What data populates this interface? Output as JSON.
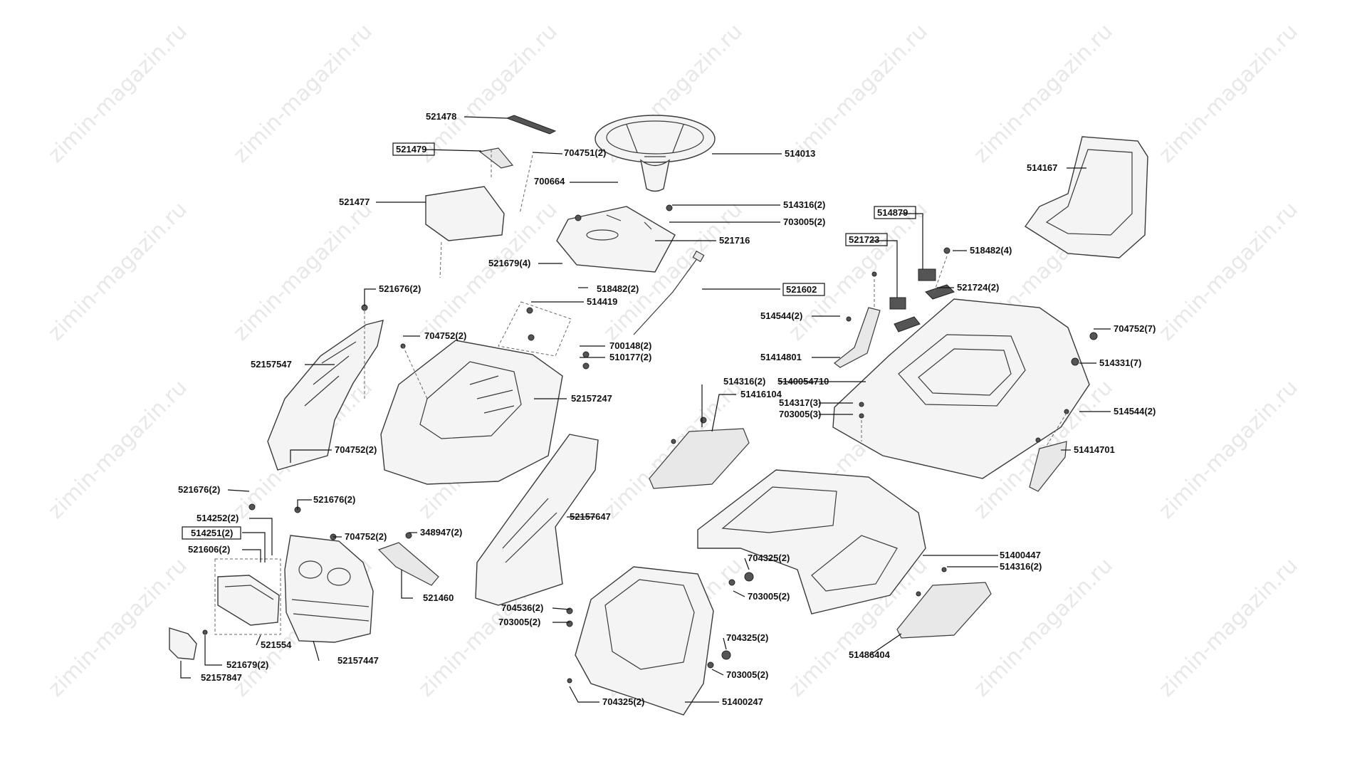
{
  "watermark": "zimin-magazin.ru",
  "labels": {
    "l521478": "521478",
    "l521479": "521479",
    "l704751": "704751(2)",
    "l514013": "514013",
    "l700664": "700664",
    "l514167": "514167",
    "l521477": "521477",
    "l514316a": "514316(2)",
    "l703005a": "703005(2)",
    "l514879": "514879",
    "l521716": "521716",
    "l521723": "521723",
    "l518482a": "518482(4)",
    "l521679a": "521679(4)",
    "l518482b": "518482(2)",
    "l521602": "521602",
    "l521724": "521724(2)",
    "l521676a": "521676(2)",
    "l514419": "514419",
    "l514544a": "514544(2)",
    "l704752a": "704752(2)",
    "l704752b": "704752(7)",
    "l700148": "700148(2)",
    "l510177": "510177(2)",
    "l52157547": "52157547",
    "l51414801": "51414801",
    "l514331": "514331(7)",
    "l514316b": "514316(2)",
    "l5140054710": "5140054710",
    "l51416104": "51416104",
    "l52157247": "52157247",
    "l514317": "514317(3)",
    "l703005b": "703005(3)",
    "l514544b": "514544(2)",
    "l704752c": "704752(2)",
    "l51414701": "51414701",
    "l521676b": "521676(2)",
    "l521676c": "521676(2)",
    "l514252": "514252(2)",
    "l52157647": "52157647",
    "l514251": "514251(2)",
    "l704752d": "704752(2)",
    "l348947": "348947(2)",
    "l521606": "521606(2)",
    "l51400447": "51400447",
    "l514316c": "514316(2)",
    "l704325a": "704325(2)",
    "l521460": "521460",
    "l703005c": "703005(2)",
    "l704536": "704536(2)",
    "l703005d": "703005(2)",
    "l521554": "521554",
    "l51486404": "51486404",
    "l704325b": "704325(2)",
    "l52157447": "52157447",
    "l521679b": "521679(2)",
    "l703005e": "703005(2)",
    "l52157847": "52157847",
    "l704325c": "704325(2)",
    "l51400247": "51400247"
  },
  "colors": {
    "line": "#3a3a3a",
    "text": "#111111",
    "part_fill": "#f4f4f4",
    "watermark": "#d6d6d6"
  }
}
